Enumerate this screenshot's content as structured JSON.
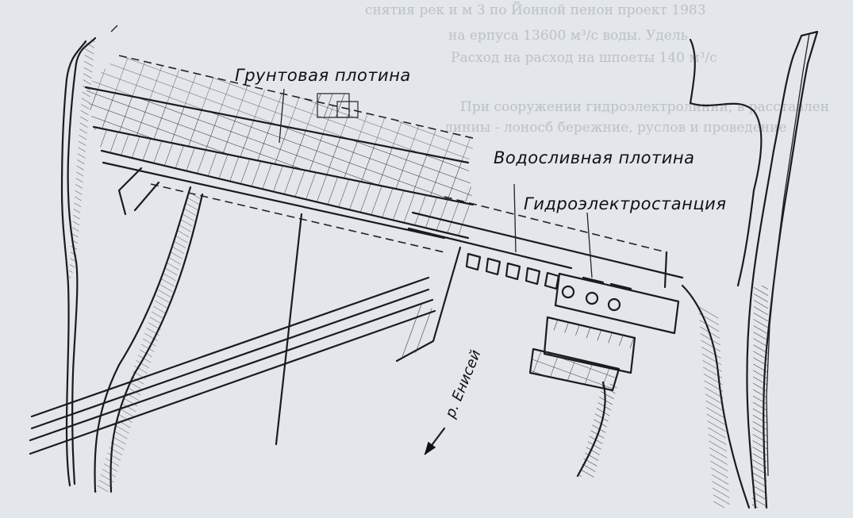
{
  "labels": {
    "earth_dam": "Грунтовая плотина",
    "spillway_dam": "Водосливная плотина",
    "hydro_station": "Гидроэлектростанция",
    "river": "р. Енисей"
  },
  "background_text": [
    "снятия рек и м 3 по Йонной пенон проект 1983",
    "на ерпуса 13600 м³/с воды. Удель",
    "Расход на расход на шпоеты 140 м³/с",
    "При сооружении гидроэлектролинии, в расставлен",
    "линиы - лоносб бережние, руслов и проведение"
  ],
  "colors": {
    "paper": "#e3e6ea",
    "ink": "#1b1b1b",
    "ghost_text": "#9aa3ad"
  }
}
